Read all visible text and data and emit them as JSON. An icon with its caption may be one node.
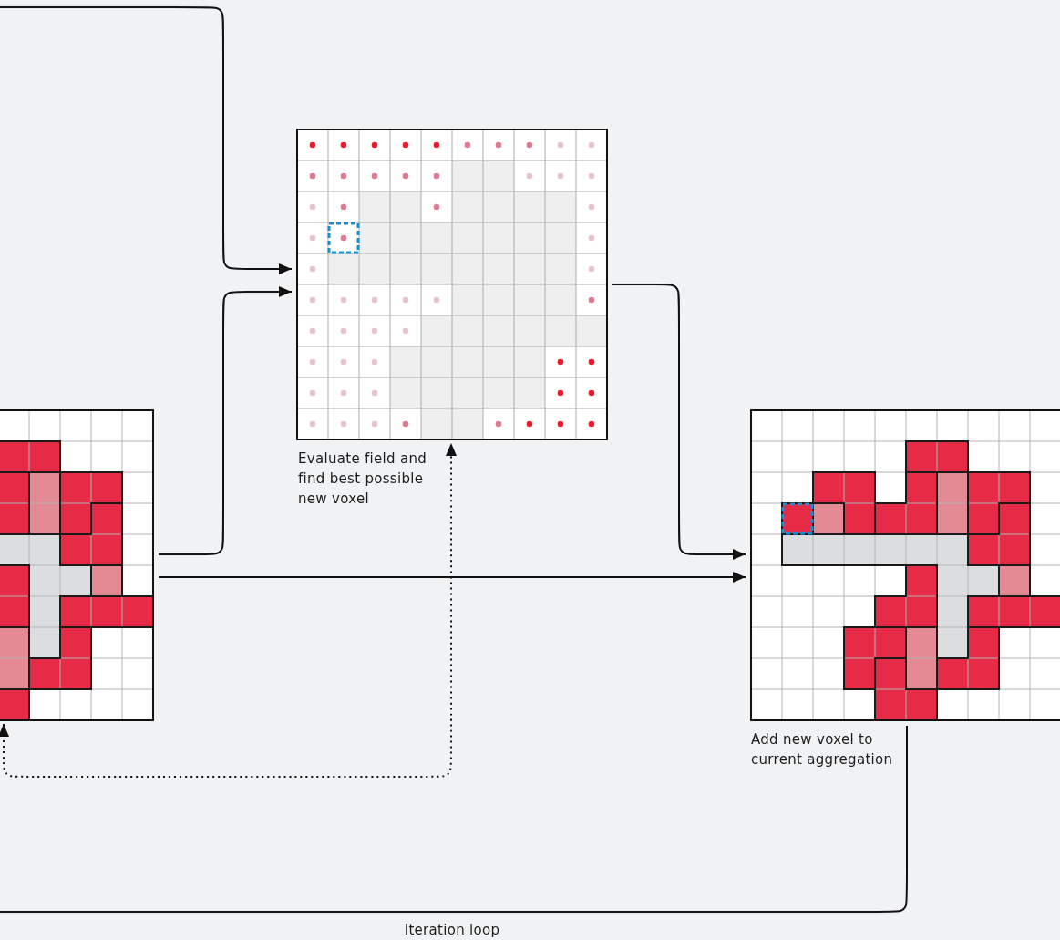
{
  "diagram": {
    "nodes": [
      {
        "text": [],
        "shape": "picture"
      },
      {
        "text": [],
        "shape": "picture",
        "beside": [
          "Evaluate field and find best possible new voxel"
        ]
      },
      {
        "text": [],
        "shape": "picture",
        "beside": [
          "Add new voxel to current aggregation"
        ]
      }
    ],
    "edges": [
      {
        "from": null,
        "to": 1,
        "arrow": "to"
      },
      {
        "from": 0,
        "to": 1,
        "arrow": "to"
      },
      {
        "from": 0,
        "to": 2,
        "arrow": "to"
      },
      {
        "from": 1,
        "to": 2,
        "arrow": "to"
      },
      {
        "from": 0,
        "to": 1,
        "arrow": "both",
        "style": "dashed"
      },
      {
        "from": 2,
        "to": null,
        "arrow": "none",
        "label": "Iteration loop"
      }
    ]
  }
}
